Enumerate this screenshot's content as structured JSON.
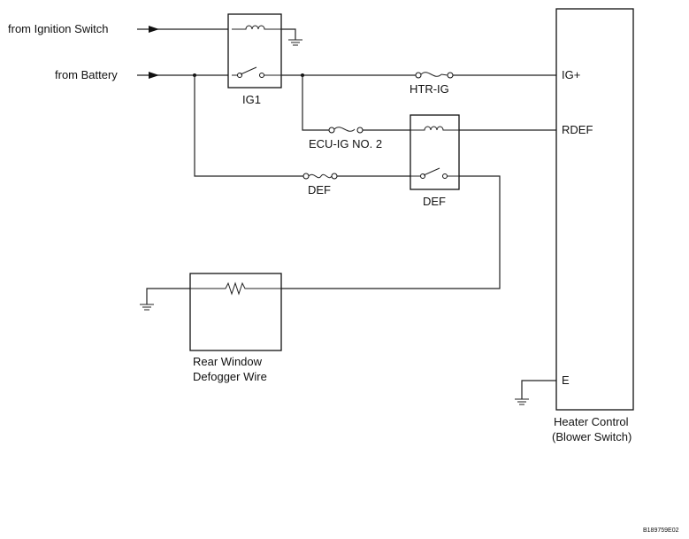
{
  "inputs": {
    "ignition": "from Ignition Switch",
    "battery": "from Battery"
  },
  "relays": {
    "ig1": "IG1",
    "def": "DEF"
  },
  "fuses": {
    "htr_ig": "HTR-IG",
    "ecu_ig_no2": "ECU-IG NO. 2",
    "def": "DEF"
  },
  "load": {
    "line1": "Rear Window",
    "line2": "Defogger Wire"
  },
  "heater_control": {
    "terminals": {
      "ig_plus": "IG+",
      "rdef": "RDEF",
      "e": "E"
    },
    "name_line1": "Heater Control",
    "name_line2": "(Blower Switch)"
  },
  "figure_code": "B189759E02"
}
